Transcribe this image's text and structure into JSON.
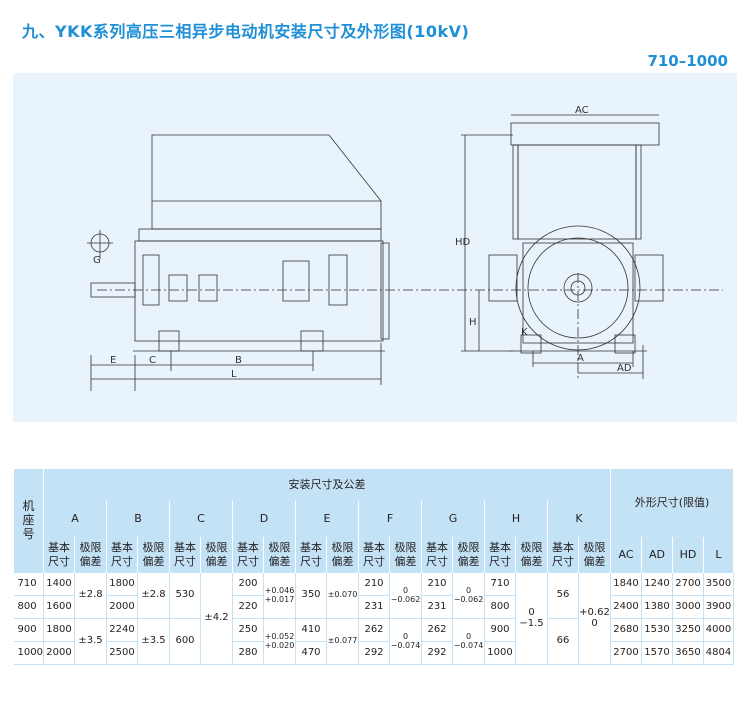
{
  "title": "九、YKK系列高压三相异步电动机安装尺寸及外形图(10kV)",
  "frame_range": "710–1000",
  "drawing_labels": {
    "side": {
      "G": "G",
      "E": "E",
      "C": "C",
      "B": "B",
      "L": "L"
    },
    "front": {
      "AC": "AC",
      "HD": "HD",
      "H": "H",
      "K": "K",
      "A": "A",
      "AD": "AD"
    }
  },
  "table": {
    "row_header": [
      "机",
      "座",
      "号"
    ],
    "group_install": "安装尺寸及公差",
    "group_outline": "外形尺寸(限值)",
    "col_groups": [
      "A",
      "B",
      "C",
      "D",
      "E",
      "F",
      "G",
      "H",
      "K"
    ],
    "sub_basic": [
      "基本",
      "尺寸"
    ],
    "sub_tol": [
      "极限",
      "偏差"
    ],
    "outline_cols": [
      "AC",
      "AD",
      "HD",
      "L"
    ],
    "frames": [
      "710",
      "800",
      "900",
      "1000"
    ],
    "A_basic": [
      "1400",
      "1600",
      "1800",
      "2000"
    ],
    "A_tol": [
      "±2.8",
      "±3.5"
    ],
    "B_basic": [
      "1800",
      "2000",
      "2240",
      "2500"
    ],
    "B_tol": [
      "±2.8",
      "±3.5"
    ],
    "C_basic": [
      "530",
      "600"
    ],
    "C_tol": "±4.2",
    "D_basic": [
      "200",
      "220",
      "250",
      "280"
    ],
    "D_tol": [
      [
        "+0.046",
        "+0.017"
      ],
      [
        "+0.052",
        "+0.020"
      ]
    ],
    "E_basic": [
      "350",
      "410",
      "470"
    ],
    "E_tol": [
      "±0.070",
      "±0.077"
    ],
    "F_basic": [
      "210",
      "231",
      "262",
      "292"
    ],
    "F_tol": [
      [
        "0",
        "−0.062"
      ],
      [
        "0",
        "−0.074"
      ]
    ],
    "G_basic": [
      "210",
      "231",
      "262",
      "292"
    ],
    "G_tol": [
      [
        "0",
        "−0.062"
      ],
      [
        "0",
        "−0.074"
      ]
    ],
    "H_basic": [
      "710",
      "800",
      "900",
      "1000"
    ],
    "H_tol": [
      "0",
      "−1.5"
    ],
    "K_basic": [
      "56",
      "66"
    ],
    "K_tol": [
      "+0.62",
      "0"
    ],
    "AC": [
      "1840",
      "2400",
      "2680",
      "2700"
    ],
    "AD": [
      "1240",
      "1380",
      "1530",
      "1570"
    ],
    "HD": [
      "2700",
      "3000",
      "3250",
      "3650"
    ],
    "L": [
      "3500",
      "3900",
      "4000",
      "4804"
    ]
  }
}
